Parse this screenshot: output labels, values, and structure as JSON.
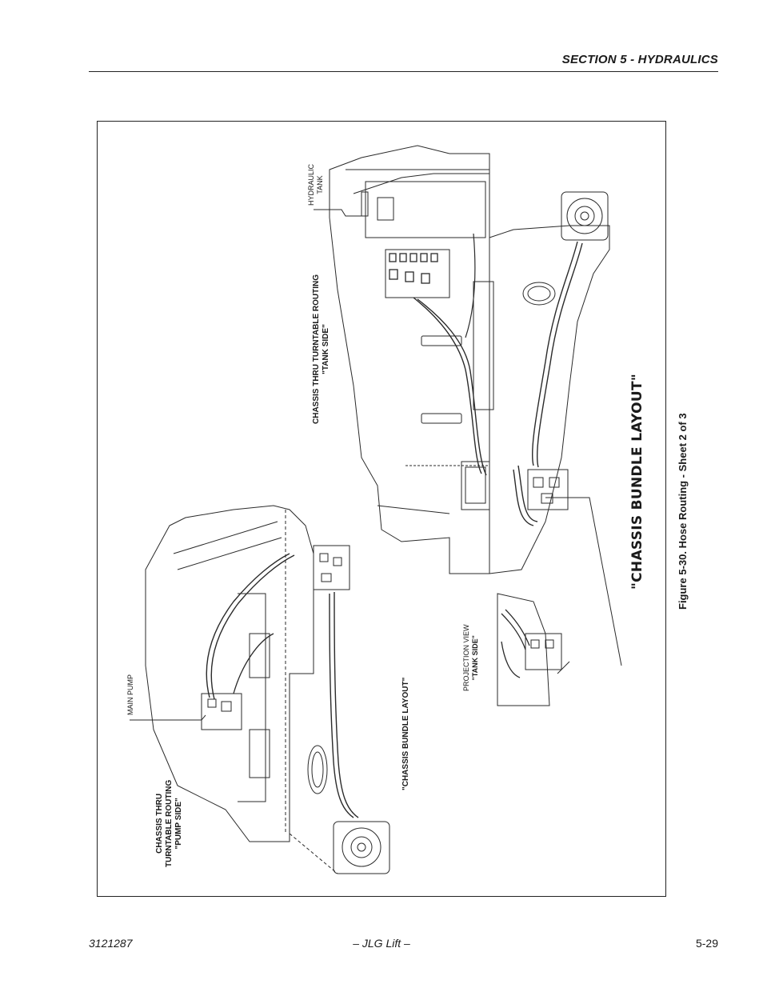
{
  "header": {
    "section_title": "SECTION 5 - HYDRAULICS"
  },
  "figure": {
    "caption": "Figure 5-30.  Hose Routing - Sheet 2 of 3",
    "callouts": {
      "chassis_bundle_layout_main": "\"CHASSIS BUNDLE LAYOUT\"",
      "chassis_bundle_layout_small": "\"CHASSIS BUNDLE LAYOUT\"",
      "hydraulic_tank_line1": "HYDRAULIC",
      "hydraulic_tank_line2": "TANK",
      "tank_side_routing_line1": "CHASSIS THRU TURNTABLE ROUTING",
      "tank_side_routing_line2": "\"TANK SIDE\"",
      "main_pump": "MAIN PUMP",
      "pump_side_line1": "CHASSIS THRU",
      "pump_side_line2": "TURNTABLE ROUTING",
      "pump_side_line3": "\"PUMP SIDE\"",
      "projection_view_line1": "PROJECTION VIEW",
      "projection_view_line2": "\"TANK SIDE\""
    }
  },
  "footer": {
    "doc_number": "3121287",
    "publisher": "– JLG Lift –",
    "page_number": "5-29"
  }
}
